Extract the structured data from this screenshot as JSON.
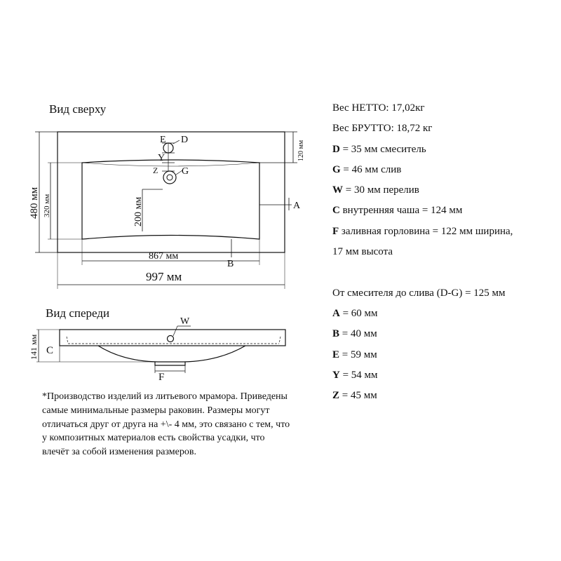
{
  "top_view": {
    "title": "Вид сверху",
    "labels": {
      "E": "E",
      "D": "D",
      "Y": "Y",
      "Z": "Z",
      "G": "G",
      "A": "A",
      "B": "B"
    },
    "dimensions": {
      "depth_total": "480 мм",
      "bowl_depth": "320 мм",
      "edge_to_mixer": "120 мм",
      "mixer_to_drain": "200 мм",
      "bowl_width": "867 мм",
      "total_width": "997 мм"
    }
  },
  "front_view": {
    "title": "Вид спереди",
    "labels": {
      "W": "W",
      "C": "C",
      "F": "F"
    },
    "dimensions": {
      "height": "141 мм"
    }
  },
  "specs": [
    {
      "key": "",
      "text": "Вес НЕТТО: 17,02кг"
    },
    {
      "key": "",
      "text": "Вес БРУТТО: 18,72 кг"
    },
    {
      "key": "D",
      "text": " = 35 мм смеситель"
    },
    {
      "key": "G",
      "text": " = 46 мм слив"
    },
    {
      "key": "W",
      "text": " = 30 мм перелив"
    },
    {
      "key": "C",
      "text": " внутренняя чаша = 124 мм"
    },
    {
      "key": "F",
      "text": " заливная горловина = 122 мм ширина,"
    },
    {
      "key": "",
      "text": "17 мм высота"
    },
    {
      "key": "",
      "text": ""
    },
    {
      "key": "",
      "text": "От смесителя до слива (D-G) = 125 мм"
    },
    {
      "key": "A",
      "text": " = 60 мм"
    },
    {
      "key": "B",
      "text": " = 40 мм"
    },
    {
      "key": "E",
      "text": " = 59 мм"
    },
    {
      "key": "Y",
      "text": " = 54 мм"
    },
    {
      "key": "Z",
      "text": " = 45 мм"
    }
  ],
  "note_lines": [
    "*Производство изделий из литьевого мрамора. Приведены",
    "самые минимальные размеры раковин. Размеры могут",
    "отличаться друг от друга на +\\- 4 мм, это связано с тем, что",
    "у композитных материалов есть свойства усадки, что",
    "влечёт за собой изменения размеров."
  ]
}
